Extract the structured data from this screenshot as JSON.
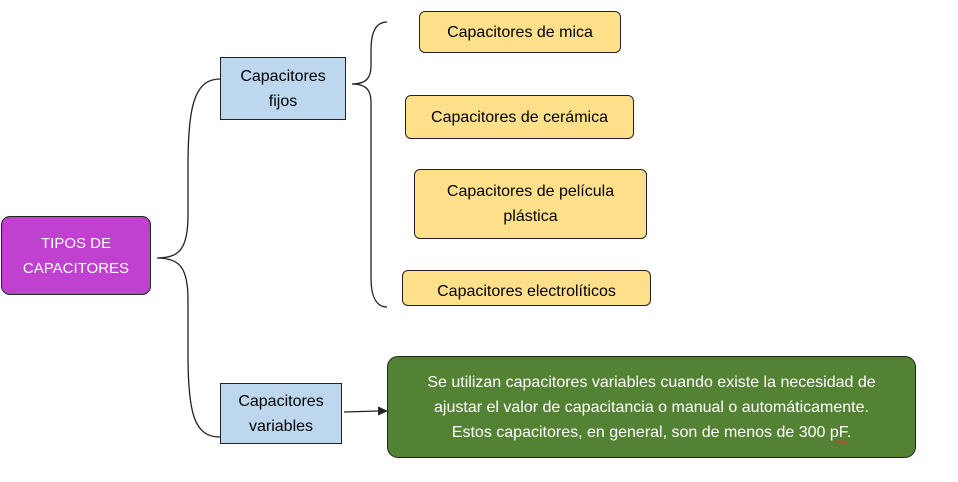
{
  "root": {
    "label_lines": [
      "TIPOS DE",
      "CAPACITORES"
    ]
  },
  "categories": [
    {
      "id": "fijos",
      "label_lines": [
        "Capacitores",
        "fijos"
      ]
    },
    {
      "id": "variables",
      "label_lines": [
        "Capacitores",
        "variables"
      ]
    }
  ],
  "fixed_types": [
    {
      "label_lines": [
        "Capacitores de mica"
      ]
    },
    {
      "label_lines": [
        "Capacitores de cerámica"
      ]
    },
    {
      "label_lines": [
        "Capacitores de película",
        "plástica"
      ]
    },
    {
      "label_lines": [
        "Capacitores electrolíticos"
      ]
    }
  ],
  "variable_description": {
    "lines": [
      "Se utilizan capacitores variables cuando existe la necesidad de",
      "ajustar el valor de capacitancia o manual o automáticamente.",
      "Estos capacitores, en general, son de menos de 300 "
    ],
    "flagged_word": "pF",
    "trailing": "."
  },
  "colors": {
    "root_fill": "#c040d0",
    "category_fill": "#bdd7ee",
    "leaf_fill": "#ffe08a",
    "description_fill": "#548235",
    "spelling_underline": "#e03030"
  }
}
